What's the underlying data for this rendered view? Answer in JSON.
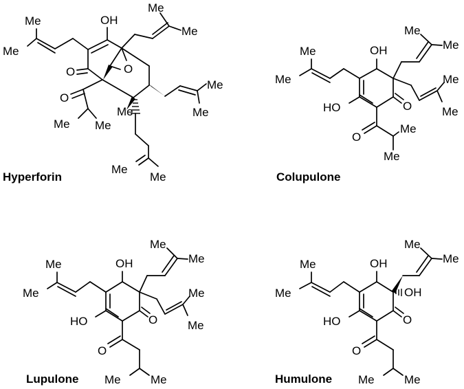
{
  "labels": {
    "me": "Me",
    "oh": "OH",
    "ho": "HO",
    "o": "O"
  },
  "compounds": [
    {
      "name": "Hyperforin"
    },
    {
      "name": "Colupulone"
    },
    {
      "name": "Lupulone"
    },
    {
      "name": "Humulone"
    }
  ]
}
